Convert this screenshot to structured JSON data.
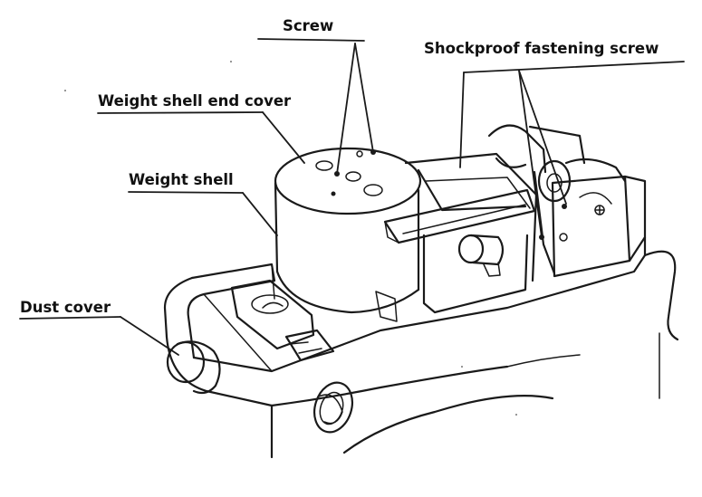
{
  "labels": {
    "screw": "Screw",
    "shockproof_fastening_screw": "Shockproof fastening screw",
    "weight_shell_end_cover": "Weight shell end cover",
    "weight_shell": "Weight shell",
    "dust_cover": "Dust cover"
  },
  "colors": {
    "ink": "#1a1a1a",
    "background": "#ffffff"
  }
}
